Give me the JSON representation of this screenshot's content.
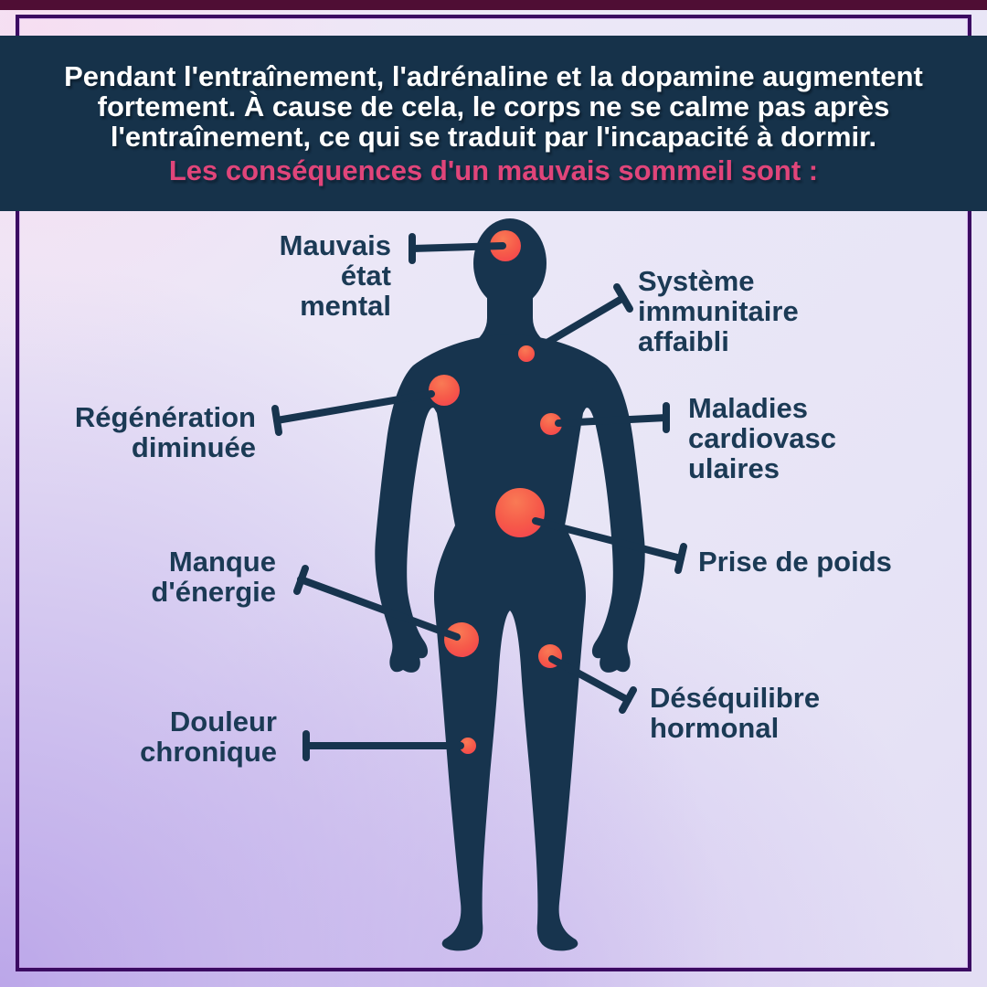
{
  "banner": {
    "intro": "Pendant l'entraînement, l'adrénaline et la dopamine augmentent fortement. À cause de cela, le corps ne se calme pas après l'entraînement, ce qui se traduit par l'incapacité à dormir.",
    "highlight": "Les conséquences d'un mauvais sommeil sont :"
  },
  "callouts": [
    {
      "id": "mauvais-etat-mental",
      "lines": [
        "Mauvais",
        "état",
        "mental"
      ],
      "side": "left",
      "target": "head"
    },
    {
      "id": "systeme-immunitaire-affaibli",
      "lines": [
        "Système",
        "immunitaire",
        "affaibli"
      ],
      "side": "right",
      "target": "upper-chest"
    },
    {
      "id": "regeneration-diminuee",
      "lines": [
        "Régénération",
        "diminuée"
      ],
      "side": "left",
      "target": "shoulder"
    },
    {
      "id": "maladies-cardiovasculaires",
      "lines": [
        "Maladies",
        "cardiovasc",
        "ulaires"
      ],
      "side": "right",
      "target": "heart"
    },
    {
      "id": "prise-de-poids",
      "lines": [
        "Prise de poids"
      ],
      "side": "right",
      "target": "belly"
    },
    {
      "id": "manque-d-energie",
      "lines": [
        "Manque",
        "d'énergie"
      ],
      "side": "left",
      "target": "left-thigh"
    },
    {
      "id": "desequilibre-hormonal",
      "lines": [
        "Déséquilibre",
        "hormonal"
      ],
      "side": "right",
      "target": "right-thigh"
    },
    {
      "id": "douleur-chronique",
      "lines": [
        "Douleur",
        "chronique"
      ],
      "side": "left",
      "target": "knee"
    }
  ],
  "colors": {
    "banner_bg": "#16324a",
    "banner_text": "#ffffff",
    "highlight_pink": "#e0457a",
    "body_navy": "#17344e",
    "label_navy": "#1b3a55",
    "dot_gradient_start": "#f97a55",
    "dot_gradient_end": "#f4424d",
    "frame_purple": "#3b0b62",
    "top_strip_maroon": "#4f0e34",
    "bg_lavender_light": "#eae7f7",
    "bg_lavender_deep": "#b9a3e8",
    "bg_pink_tint": "#f6def2"
  }
}
